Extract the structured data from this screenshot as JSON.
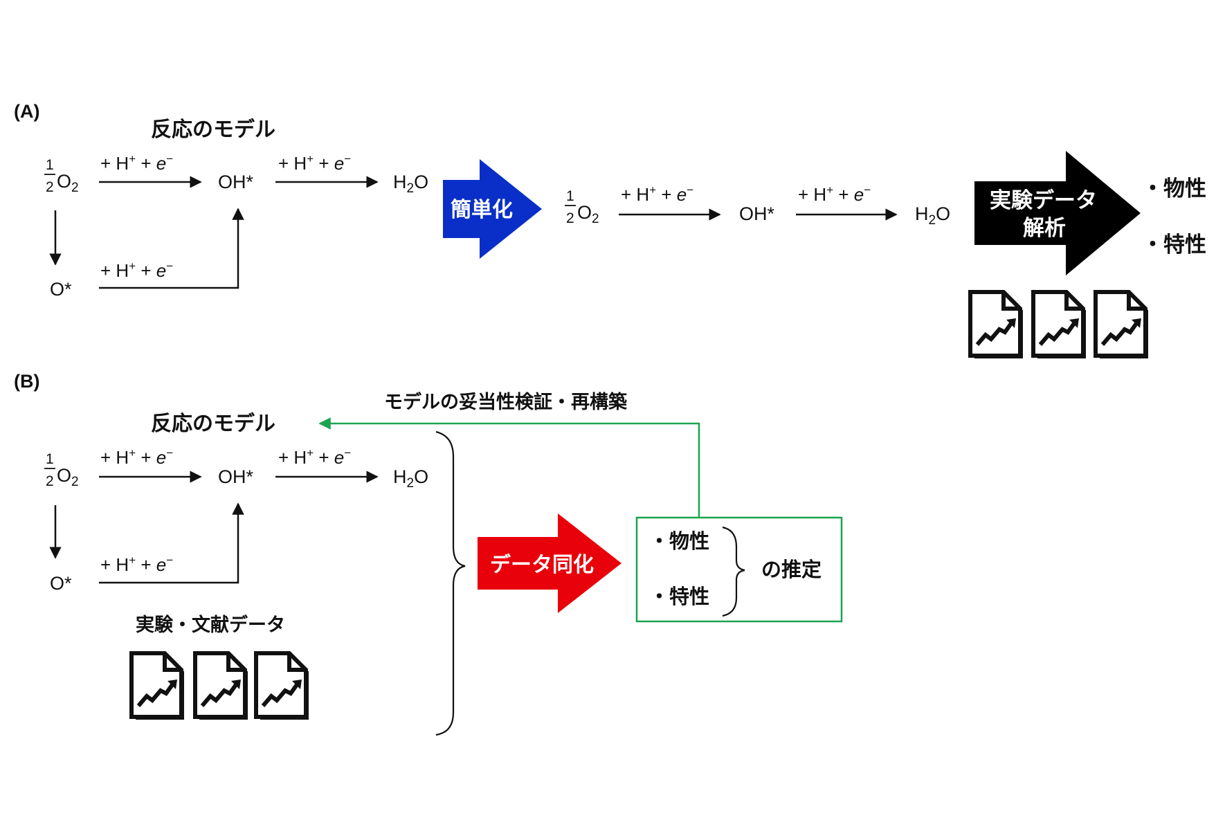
{
  "colors": {
    "simplify_arrow": "#0a2fc8",
    "assimilate_arrow": "#e8000b",
    "analysis_arrow": "#000000",
    "feedback": "#1aa350",
    "line": "#111111"
  },
  "icons": [
    "chart-document-icon"
  ],
  "panelA": {
    "label": "(A)",
    "model_title": "反応のモデル",
    "species": {
      "half": "1",
      "den": "2",
      "o2": "O",
      "o2_sub": "2",
      "oh": "OH*",
      "h2o_h": "H",
      "h2o_sub": "2",
      "h2o_o": "O",
      "ostar": "O*"
    },
    "step": {
      "text": "+ H",
      "plus": "+",
      "mid": " + ",
      "e": "e",
      "minus": "−"
    },
    "simplify": "簡単化",
    "analysis_line1": "実験データ",
    "analysis_line2": "解析",
    "out1": "・物性",
    "out2": "・特性"
  },
  "panelB": {
    "label": "(B)",
    "model_title": "反応のモデル",
    "feedback_label": "モデルの妥当性検証・再構築",
    "data_label": "実験・文献データ",
    "assimilate": "データ同化",
    "box_item1": "・物性",
    "box_item2": "・特性",
    "box_result": "の推定"
  }
}
